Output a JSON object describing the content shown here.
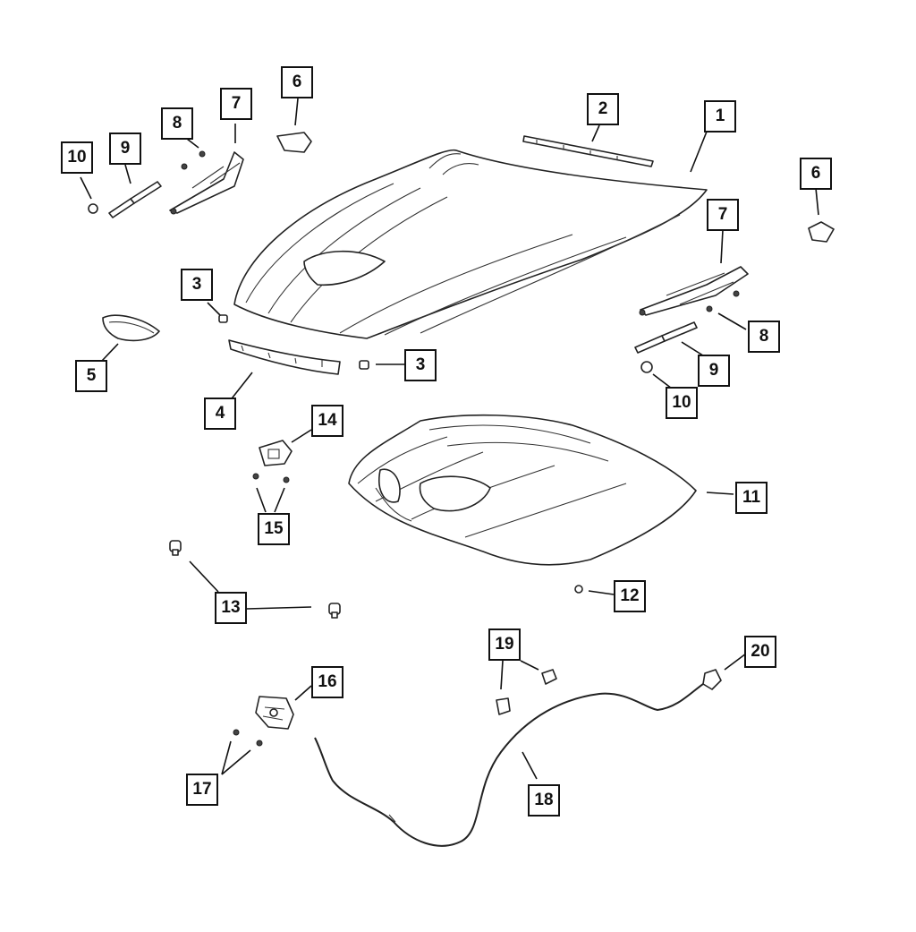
{
  "callouts": [
    {
      "id": "c1",
      "label": "1"
    },
    {
      "id": "c2",
      "label": "2"
    },
    {
      "id": "c3a",
      "label": "3"
    },
    {
      "id": "c3b",
      "label": "3"
    },
    {
      "id": "c4",
      "label": "4"
    },
    {
      "id": "c5",
      "label": "5"
    },
    {
      "id": "c6a",
      "label": "6"
    },
    {
      "id": "c6b",
      "label": "6"
    },
    {
      "id": "c7a",
      "label": "7"
    },
    {
      "id": "c7b",
      "label": "7"
    },
    {
      "id": "c8a",
      "label": "8"
    },
    {
      "id": "c8b",
      "label": "8"
    },
    {
      "id": "c9a",
      "label": "9"
    },
    {
      "id": "c9b",
      "label": "9"
    },
    {
      "id": "c10a",
      "label": "10"
    },
    {
      "id": "c10b",
      "label": "10"
    },
    {
      "id": "c11",
      "label": "11"
    },
    {
      "id": "c12",
      "label": "12"
    },
    {
      "id": "c13",
      "label": "13"
    },
    {
      "id": "c14",
      "label": "14"
    },
    {
      "id": "c15",
      "label": "15"
    },
    {
      "id": "c16",
      "label": "16"
    },
    {
      "id": "c17",
      "label": "17"
    },
    {
      "id": "c18",
      "label": "18"
    },
    {
      "id": "c19",
      "label": "19"
    },
    {
      "id": "c20",
      "label": "20"
    }
  ]
}
